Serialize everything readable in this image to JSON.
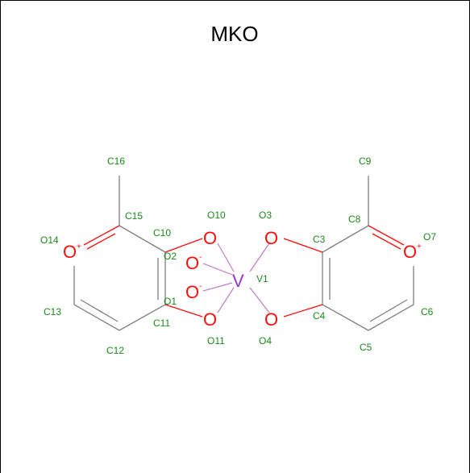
{
  "title": "MKO",
  "colors": {
    "carbon_label": "#1a8a1a",
    "oxygen": "#ff0d0d",
    "vanadium": "#9933cc",
    "bond": "#808080",
    "frame": "#000000"
  },
  "atoms": {
    "C16": "C16",
    "C15": "C15",
    "C10": "C10",
    "O10": "O10",
    "O3": "O3",
    "C3": "C3",
    "C8": "C8",
    "C9": "C9",
    "O7": "O7",
    "O14": "O14",
    "O2": "O2",
    "V1": "V1",
    "O1": "O1",
    "C13": "C13",
    "C11": "C11",
    "O11": "O11",
    "O4": "O4",
    "C4": "C4",
    "C6": "C6",
    "C12": "C12",
    "C5": "C5"
  },
  "symbols": {
    "O": "O",
    "V": "V",
    "plus": "+",
    "minus": "-"
  }
}
